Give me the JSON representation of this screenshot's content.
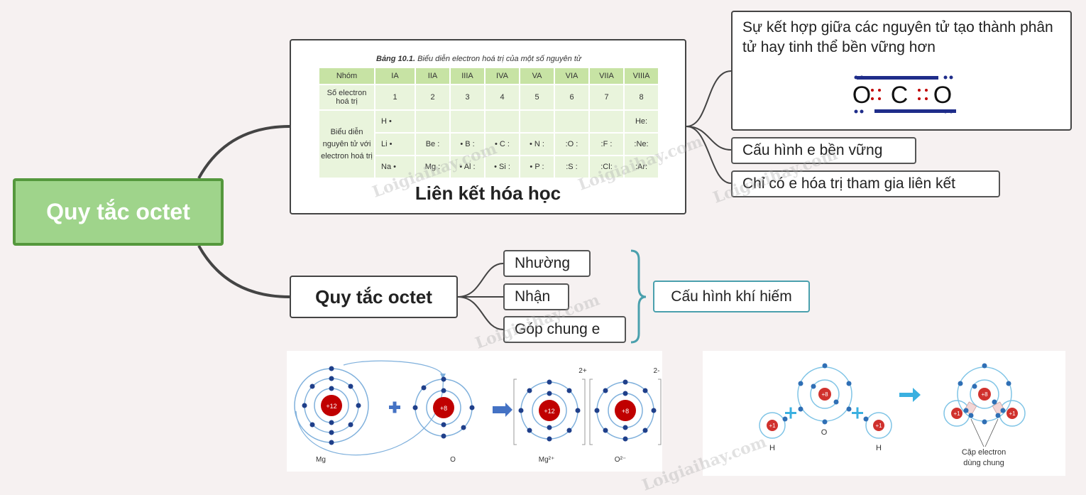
{
  "root": {
    "label": "Quy tắc octet"
  },
  "bond_card": {
    "title": "Liên kết hóa học",
    "table": {
      "caption_bold": "Bảng 10.1.",
      "caption_rest": " Biểu diễn electron hoá trị của một số nguyên tử",
      "header": [
        "Nhóm",
        "IA",
        "IIA",
        "IIIA",
        "IVA",
        "VA",
        "VIA",
        "VIIA",
        "VIIIA"
      ],
      "valence_label": "Số electron hoá trị",
      "valence": [
        "1",
        "2",
        "3",
        "4",
        "5",
        "6",
        "7",
        "8"
      ],
      "repr_label": "Biểu diễn nguyên tử với electron hoá trị",
      "rows": [
        [
          "H •",
          "",
          "",
          "",
          "",
          "",
          "",
          "He:"
        ],
        [
          "Li •",
          "Be :",
          "• B :",
          "• C :",
          "• N :",
          ":O :",
          ":F :",
          ":Ne:"
        ],
        [
          "Na •",
          "Mg :",
          "• Al :",
          "• Si :",
          "• P :",
          ":S :",
          ":Cl:",
          ":Ar:"
        ]
      ]
    }
  },
  "sub": {
    "label": "Quy tắc octet"
  },
  "branches": {
    "give": "Nhường",
    "receive": "Nhận",
    "share": "Góp chung e"
  },
  "noble": {
    "label": "Cấu hình khí hiếm"
  },
  "right": {
    "definition": "Sự kết hợp giữa các nguyên tử tạo thành phân tử hay tinh thể bền vững hơn",
    "co2_atoms": [
      "O",
      "C",
      "O"
    ],
    "stable": "Cấu hình e bền vững",
    "valence_only": "Chỉ có e hóa trị tham gia liên kết"
  },
  "mgo": {
    "mg_charge": "+12",
    "o_charge": "+8",
    "mg_label": "Mg",
    "o_label": "O",
    "mg_ion_label": "Mg²⁺",
    "o_ion_label": "O²⁻",
    "charge_pos": "2+",
    "charge_neg": "2-"
  },
  "water": {
    "o_charge": "+8",
    "h_charge": "+1",
    "h_label": "H",
    "o_label": "O",
    "shared_label_1": "Cặp electron",
    "shared_label_2": "dùng chung"
  },
  "watermarks": [
    "Loigiaihay.com"
  ],
  "colors": {
    "root_fill": "#9fd48b",
    "root_border": "#55983d",
    "teal": "#4aa0ad",
    "nucleus": "#c00000"
  }
}
